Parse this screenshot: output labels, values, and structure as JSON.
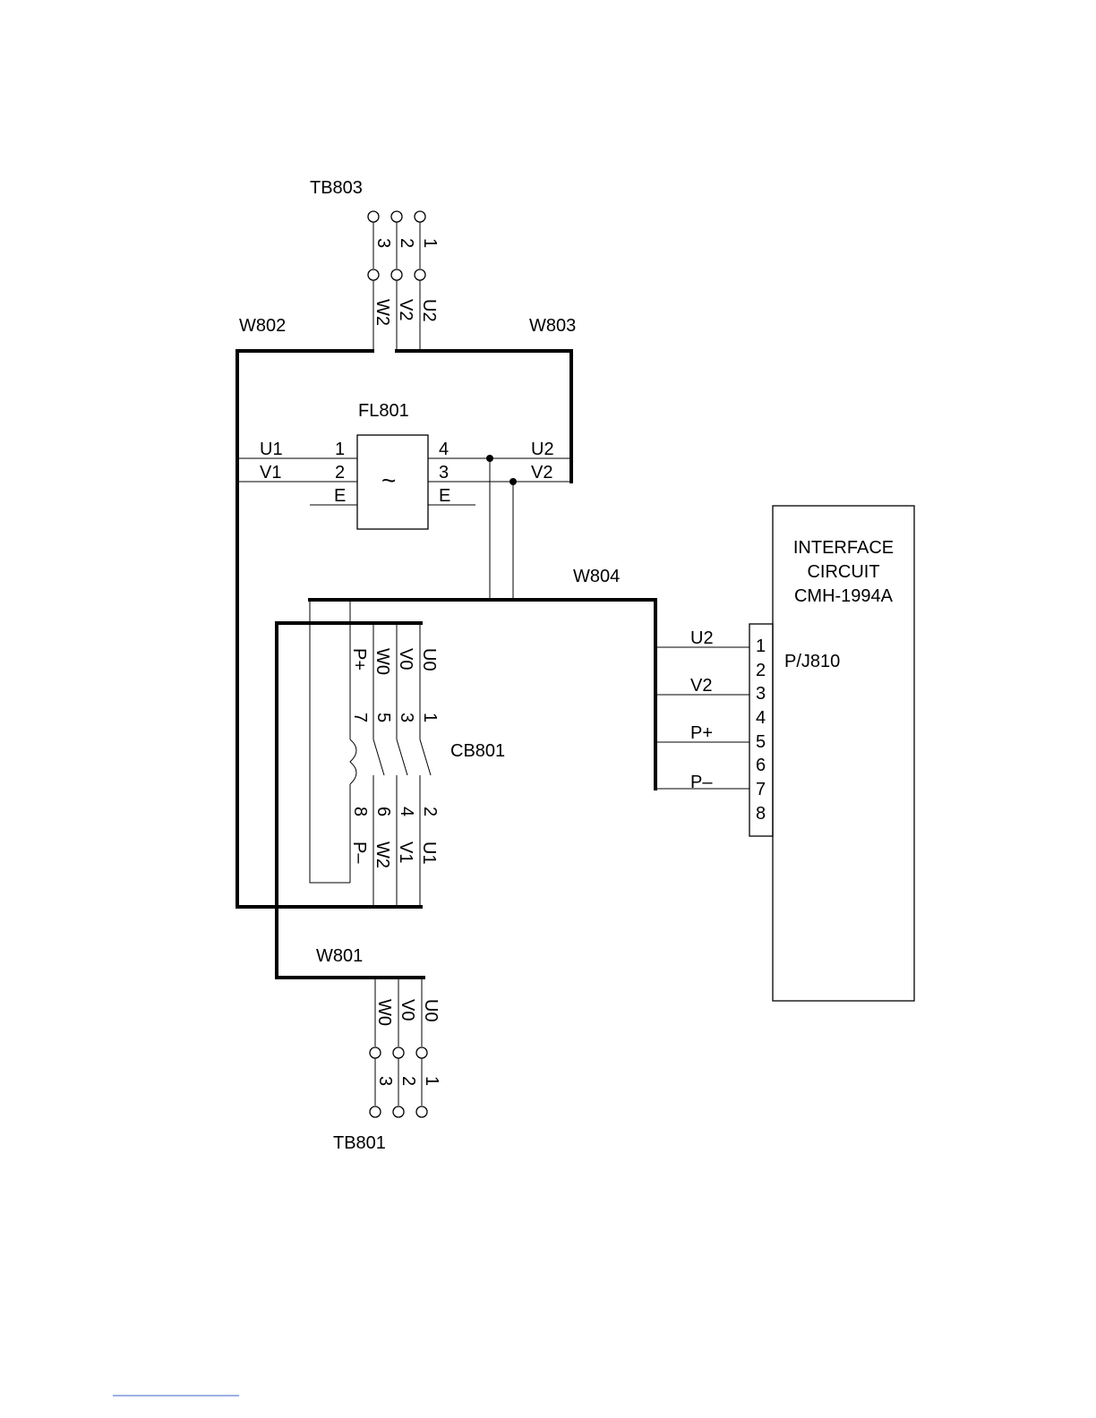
{
  "labels": {
    "tb803": "TB803",
    "tb801": "TB801",
    "w801": "W801",
    "w802": "W802",
    "w803": "W803",
    "w804": "W804",
    "fl801": "FL801",
    "cb801": "CB801",
    "pj810": "P/J810",
    "interface_line1": "INTERFACE",
    "interface_line2": "CIRCUIT",
    "interface_line3": "CMH-1994A"
  },
  "tb803": {
    "terminals": [
      "3",
      "2",
      "1"
    ],
    "wires": [
      "W2",
      "V2",
      "U2"
    ]
  },
  "tb801": {
    "terminals": [
      "3",
      "2",
      "1"
    ],
    "wires": [
      "W0",
      "V0",
      "U0"
    ]
  },
  "fl801": {
    "symbol": "~",
    "left_wires": [
      "U1",
      "V1"
    ],
    "left_pins": [
      "1",
      "2",
      "E"
    ],
    "right_wires": [
      "U2",
      "V2"
    ],
    "right_pins": [
      "4",
      "3",
      "E"
    ]
  },
  "cb801": {
    "top_wires": [
      "P+",
      "W0",
      "V0",
      "U0"
    ],
    "top_pins": [
      "7",
      "5",
      "3",
      "1"
    ],
    "bottom_pins": [
      "8",
      "6",
      "4",
      "2"
    ],
    "bottom_wires": [
      "P–",
      "W2",
      "V1",
      "U1"
    ]
  },
  "pj810": {
    "pins": [
      "1",
      "2",
      "3",
      "4",
      "5",
      "6",
      "7",
      "8"
    ],
    "wires": [
      "U2",
      "V2",
      "P+",
      "P–"
    ]
  }
}
